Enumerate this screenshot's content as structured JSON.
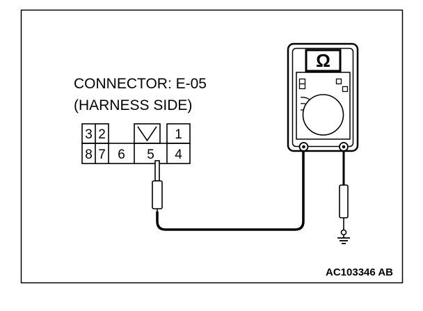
{
  "connector": {
    "title": "CONNECTOR: E-05",
    "subtitle": "(HARNESS SIDE)",
    "top_row_pins": [
      "3",
      "2",
      "1"
    ],
    "bottom_row_pins": [
      "8",
      "7",
      "6",
      "5",
      "4"
    ],
    "probed_pin": "5"
  },
  "meter": {
    "symbol": "Ω"
  },
  "figure_code": "AC103346 AB",
  "colors": {
    "line": "#000000",
    "background": "#ffffff"
  }
}
